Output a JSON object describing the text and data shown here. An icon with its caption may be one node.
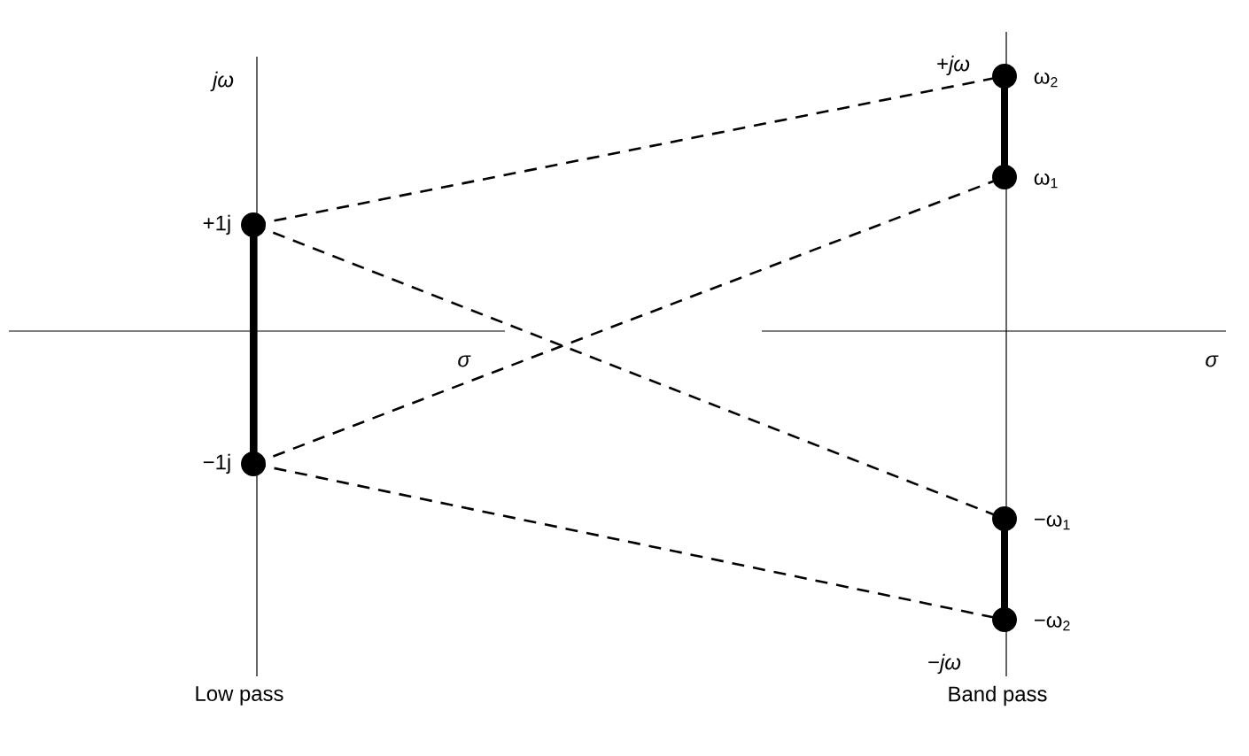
{
  "diagram": {
    "nodes": [
      {
        "text": [],
        "shape": "circle",
        "beside": [
          "+1j"
        ]
      },
      {
        "text": [],
        "shape": "circle",
        "beside": [
          "−1j"
        ]
      },
      {
        "text": [],
        "shape": "circle",
        "beside": [
          "ω$_{2}$"
        ]
      },
      {
        "text": [],
        "shape": "circle",
        "beside": [
          "ω$_{1}$"
        ]
      },
      {
        "text": [],
        "shape": "circle",
        "beside": [
          "−ω$_{1}$"
        ]
      },
      {
        "text": [],
        "shape": "circle",
        "beside": [
          "−ω$_{2}$"
        ]
      }
    ],
    "edges": [
      {
        "from": 0,
        "to": 1,
        "arrow": "none",
        "style": "thick"
      },
      {
        "from": 2,
        "to": 3,
        "arrow": "none",
        "style": "thick"
      },
      {
        "from": 4,
        "to": 5,
        "arrow": "none",
        "style": "thick"
      },
      {
        "from": 0,
        "to": 2,
        "arrow": "none",
        "style": "dashed"
      },
      {
        "from": 0,
        "to": 4,
        "arrow": "none",
        "style": "dashed"
      },
      {
        "from": 1,
        "to": 3,
        "arrow": "none",
        "style": "dashed"
      },
      {
        "from": 1,
        "to": 5,
        "arrow": "none",
        "style": "dashed"
      }
    ],
    "labels": [
      "*jω*",
      "*σ*",
      "*σ*",
      "+*jω*",
      "−*jω*",
      "Low pass",
      "Band pass"
    ]
  }
}
